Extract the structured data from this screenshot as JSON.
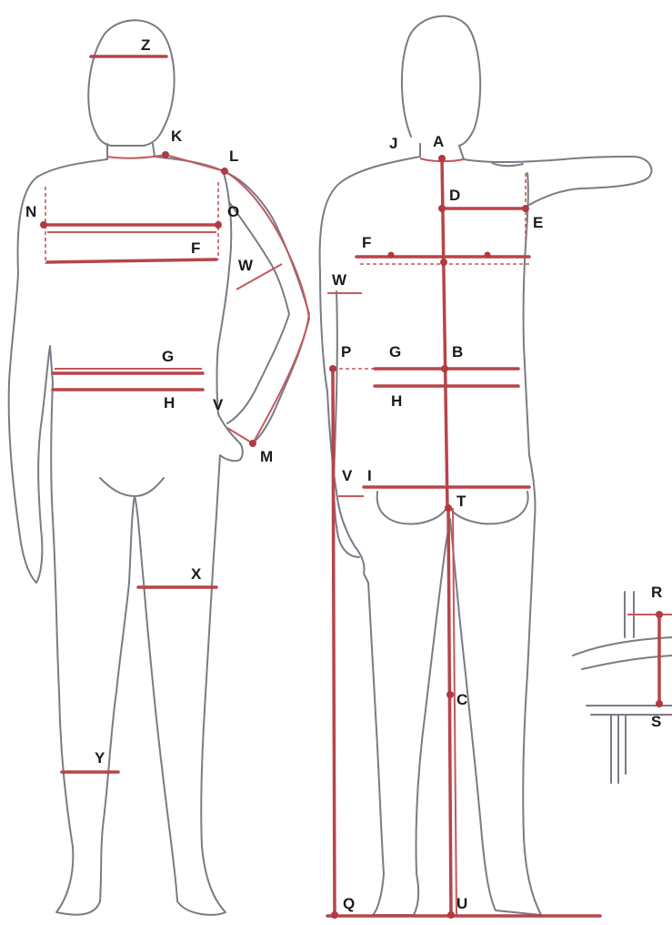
{
  "labels": {
    "Z": "Z",
    "K": "K",
    "L": "L",
    "N": "N",
    "O": "O",
    "F_front": "F",
    "W_front": "W",
    "G_front": "G",
    "H_front": "H",
    "V_front": "V",
    "M": "M",
    "X": "X",
    "Y": "Y",
    "J": "J",
    "A": "A",
    "D": "D",
    "E": "E",
    "F_side": "F",
    "W_side": "W",
    "P": "P",
    "G_side": "G",
    "B": "B",
    "H_side": "H",
    "V_side": "V",
    "I": "I",
    "T": "T",
    "C": "C",
    "Q": "Q",
    "U": "U",
    "R": "R",
    "S": "S"
  },
  "colors": {
    "outline": "#7b7b86",
    "measurement": "#b8444a",
    "label": "#1a1a1a"
  }
}
